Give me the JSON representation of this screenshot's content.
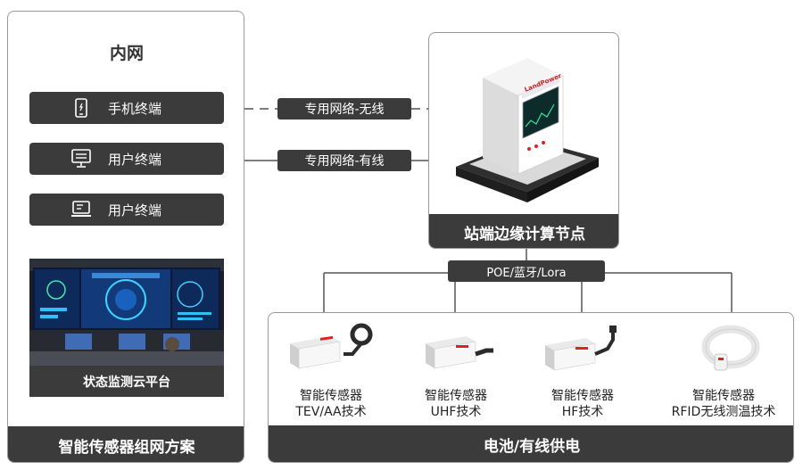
{
  "left_panel": {
    "title": "内网",
    "terminals": [
      {
        "label": "手机终端",
        "icon": "mobile-phone-icon"
      },
      {
        "label": "用户终端",
        "icon": "desktop-terminal-icon"
      },
      {
        "label": "用户终端",
        "icon": "laptop-terminal-icon"
      }
    ],
    "monitor_label": "状态监测云平台",
    "footer": "智能传感器组网方案"
  },
  "links": {
    "wireless": "专用网络-无线",
    "wired": "专用网络-有线",
    "poe": "POE/蓝牙/Lora"
  },
  "edge_node": {
    "label": "站端边缘计算节点",
    "device_brand": "LandPower"
  },
  "sensors": {
    "items": [
      {
        "name": "智能传感器",
        "tech": "TEV/AA技术"
      },
      {
        "name": "智能传感器",
        "tech": "UHF技术"
      },
      {
        "name": "智能传感器",
        "tech": "HF技术"
      },
      {
        "name": "智能传感器",
        "tech": "RFID无线测温技术"
      }
    ],
    "footer": "电池/有线供电"
  },
  "colors": {
    "dark_bar": "#3b3b3b",
    "border": "#9a9a9a",
    "line": "#555555"
  }
}
